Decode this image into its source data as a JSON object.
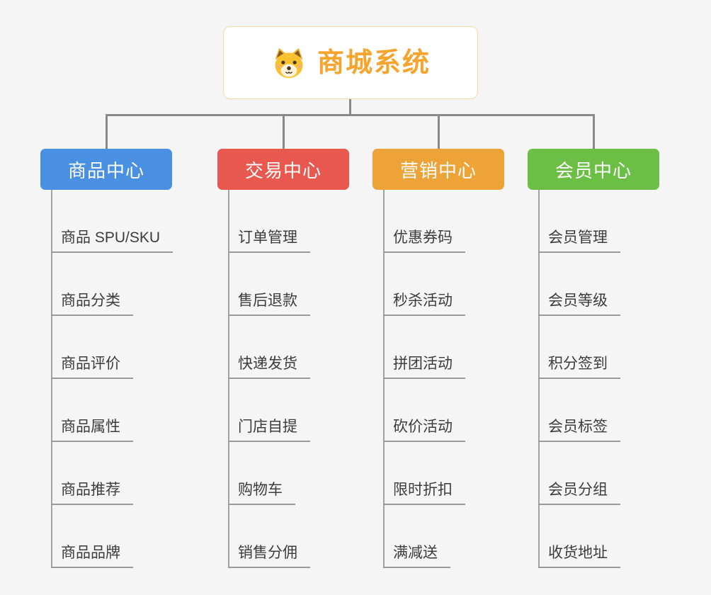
{
  "root": {
    "title": "商城系统",
    "icon": "dog-icon",
    "accent_color": "#f7a42d",
    "border_color": "#f6d9a6"
  },
  "connector_color": "#8a8a8a",
  "branches": [
    {
      "label": "商品中心",
      "color": "#4a90e2",
      "children": [
        "商品 SPU/SKU",
        "商品分类",
        "商品评价",
        "商品属性",
        "商品推荐",
        "商品品牌"
      ]
    },
    {
      "label": "交易中心",
      "color": "#e9584e",
      "children": [
        "订单管理",
        "售后退款",
        "快递发货",
        "门店自提",
        "购物车",
        "销售分佣"
      ]
    },
    {
      "label": "营销中心",
      "color": "#eda337",
      "children": [
        "优惠券码",
        "秒杀活动",
        "拼团活动",
        "砍价活动",
        "限时折扣",
        "满减送"
      ]
    },
    {
      "label": "会员中心",
      "color": "#6cbf45",
      "children": [
        "会员管理",
        "会员等级",
        "积分签到",
        "会员标签",
        "会员分组",
        "收货地址"
      ]
    }
  ]
}
